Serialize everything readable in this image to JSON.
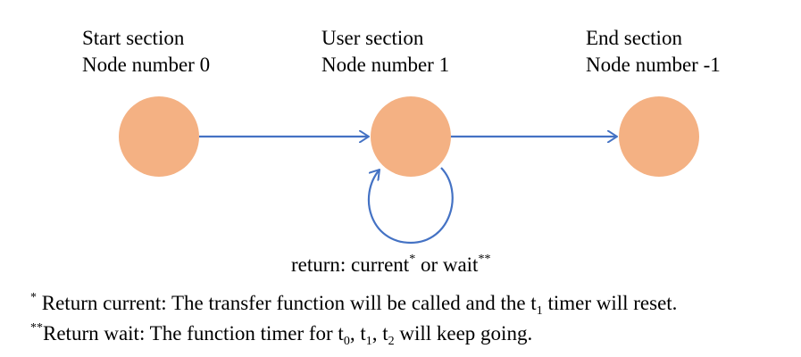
{
  "nodes": {
    "start": {
      "title": "Start section",
      "number": "Node number 0"
    },
    "user": {
      "title": "User section",
      "number": "Node number 1"
    },
    "end": {
      "title": "End section",
      "number": "Node number -1"
    }
  },
  "colors": {
    "node_fill": "#f4b183",
    "arrow": "#4472c4"
  },
  "loop": {
    "prefix": "return: current",
    "mark1": "*",
    "middle": " or wait",
    "mark2": "**"
  },
  "notes": {
    "current": {
      "mark": "*",
      "text_before": " Return current: The transfer function will be called and the t",
      "sub": "1",
      "text_after": " timer will reset."
    },
    "wait": {
      "mark": "**",
      "text_before": "Return wait: The function timer for t",
      "sub0": "0",
      "sep1": ", t",
      "sub1": "1",
      "sep2": ", t",
      "sub2": "2",
      "text_after": " will keep going."
    }
  }
}
